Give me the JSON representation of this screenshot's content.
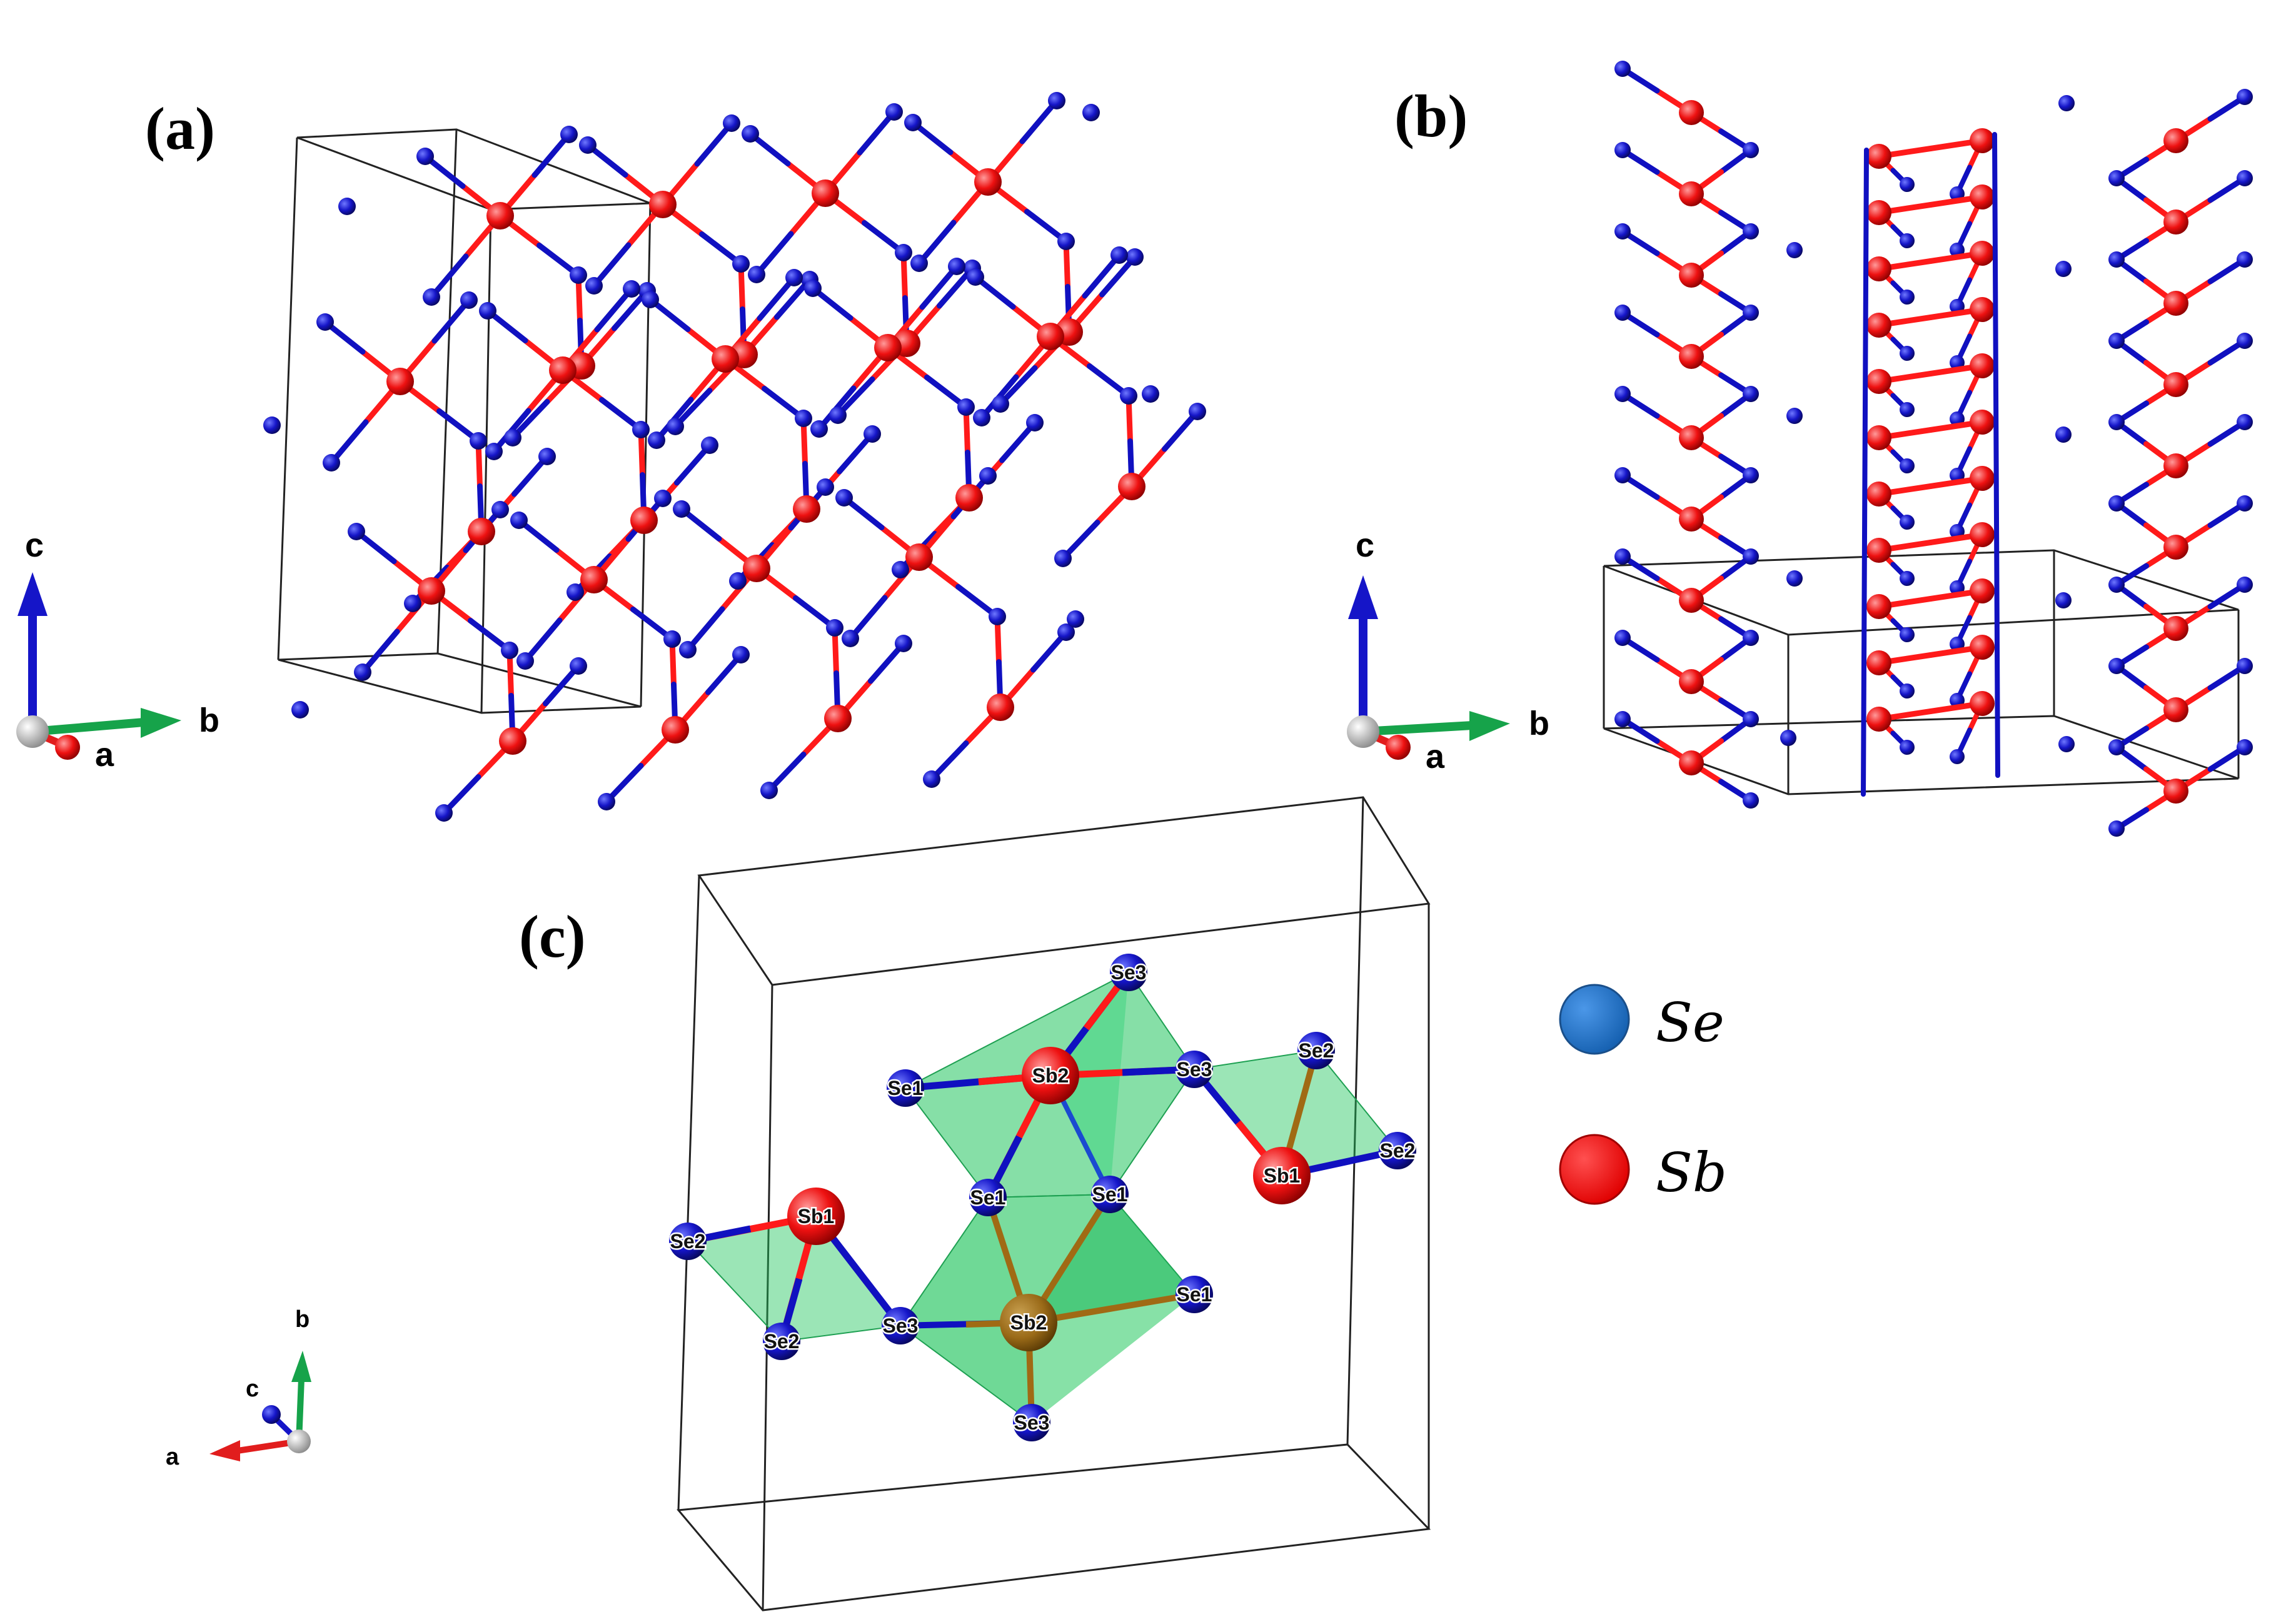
{
  "panels": {
    "a": {
      "label": "(a)",
      "axes": {
        "c": "c",
        "b": "b",
        "a": "a"
      }
    },
    "b": {
      "label": "(b)",
      "axes": {
        "c": "c",
        "b": "b",
        "a": "a"
      }
    },
    "c": {
      "label": "(c)",
      "axes": {
        "b": "b",
        "c": "c",
        "a": "a"
      },
      "atoms": {
        "se3_top": "Se3",
        "sb2_top": "Sb2",
        "se1_left": "Se1",
        "se3_right": "Se3",
        "se2_tr": "Se2",
        "sb1_right": "Sb1",
        "se2_right": "Se2",
        "se2_left": "Se2",
        "sb1_left": "Sb1",
        "se1_mid_l": "Se1",
        "se1_mid_r": "Se1",
        "se1_low": "Se1",
        "se2_low": "Se2",
        "se3_mid": "Se3",
        "sb2_bottom": "Sb2",
        "se3_bottom": "Se3"
      }
    }
  },
  "legend": [
    {
      "label": "Se",
      "color": "#1a6fc4"
    },
    {
      "label": "Sb",
      "color": "#ff0000"
    }
  ],
  "colors": {
    "se_bond": "#1010c0",
    "sb_bond": "#ff1a1a",
    "se_atom": "#1515c8",
    "sb_atom": "#ee1111",
    "polyhedra": "#22c55e",
    "axis_a": "#e11d1d",
    "axis_b": "#16a34a",
    "axis_c": "#1515c8"
  }
}
